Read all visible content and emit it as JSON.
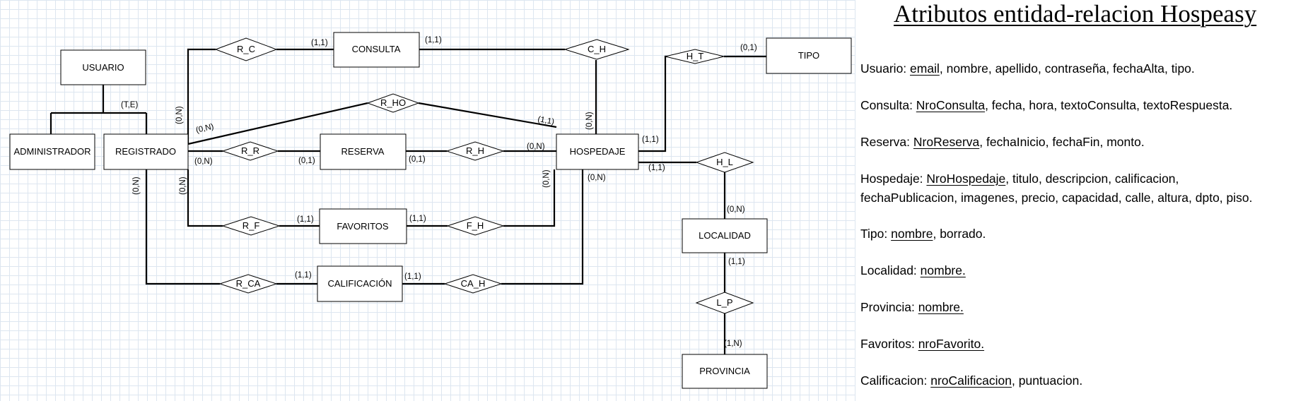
{
  "diagram": {
    "entities": {
      "usuario": "USUARIO",
      "administrador": "ADMINISTRADOR",
      "registrado": "REGISTRADO",
      "consulta": "CONSULTA",
      "reserva": "RESERVA",
      "favoritos": "FAVORITOS",
      "calificacion": "CALIFICACIÓN",
      "hospedaje": "HOSPEDAJE",
      "tipo": "TIPO",
      "localidad": "LOCALIDAD",
      "provincia": "PROVINCIA"
    },
    "relationships": {
      "r_c": "R_C",
      "c_h": "C_H",
      "r_ho": "R_HO",
      "r_r": "R_R",
      "r_h": "R_H",
      "r_f": "R_F",
      "f_h": "F_H",
      "r_ca": "R_CA",
      "ca_h": "CA_H",
      "h_t": "H_T",
      "h_l": "H_L",
      "l_p": "L_P"
    },
    "cardinalities": {
      "usuario_te": "(T,E)",
      "consulta_rc": "(1,1)",
      "consulta_ch": "(1,1)",
      "registrado_rc": "(0,N)",
      "registrado_rho": "(0,N)",
      "hospedaje_rho": "(1,1)",
      "hospedaje_ch": "(0,N)",
      "registrado_rr": "(0,N)",
      "reserva_rr": "(0,1)",
      "reserva_rh": "(0,1)",
      "hospedaje_rh": "(0,N)",
      "registrado_rca": "(0,N)",
      "registrado_rf": "(0,N)",
      "favoritos_rf": "(1,1)",
      "favoritos_fh": "(1,1)",
      "hospedaje_fh": "(0,N)",
      "hospedaje_cah": "(0,N)",
      "calificacion_rca": "(1,1)",
      "calificacion_cah": "(1,1)",
      "tipo_ht": "(0,1)",
      "hospedaje_ht": "(1,1)",
      "hospedaje_hl": "(1,1)",
      "localidad_hl": "(0,N)",
      "localidad_lp": "(1,1)",
      "provincia_lp": "(1,N)"
    }
  },
  "attributes": {
    "title": "Atributos entidad-relacion Hospeasy",
    "usuario": {
      "label": "Usuario: ",
      "key": "email",
      "rest": ", nombre, apellido, contraseña, fechaAlta, tipo."
    },
    "consulta": {
      "label": "Consulta: ",
      "key": "NroConsulta",
      "rest": ", fecha, hora, textoConsulta, textoRespuesta."
    },
    "reserva": {
      "label": "Reserva: ",
      "key": "NroReserva",
      "rest": ", fechaInicio, fechaFin, monto."
    },
    "hospedaje": {
      "label": "Hospedaje: ",
      "key": "NroHospedaje",
      "rest": ", titulo, descripcion, calificacion,",
      "rest2": "fechaPublicacion, imagenes, precio, capacidad, calle, altura, dpto, piso."
    },
    "tipo": {
      "label": "Tipo: ",
      "key": "nombre",
      "rest": ", borrado."
    },
    "localidad": {
      "label": "Localidad: ",
      "key": "nombre."
    },
    "provincia": {
      "label": "Provincia: ",
      "key": "nombre."
    },
    "favoritos": {
      "label": "Favoritos: ",
      "key": "nroFavorito."
    },
    "calificacion": {
      "label": "Calificacion: ",
      "key": "nroCalificacion",
      "rest": ", puntuacion."
    }
  }
}
